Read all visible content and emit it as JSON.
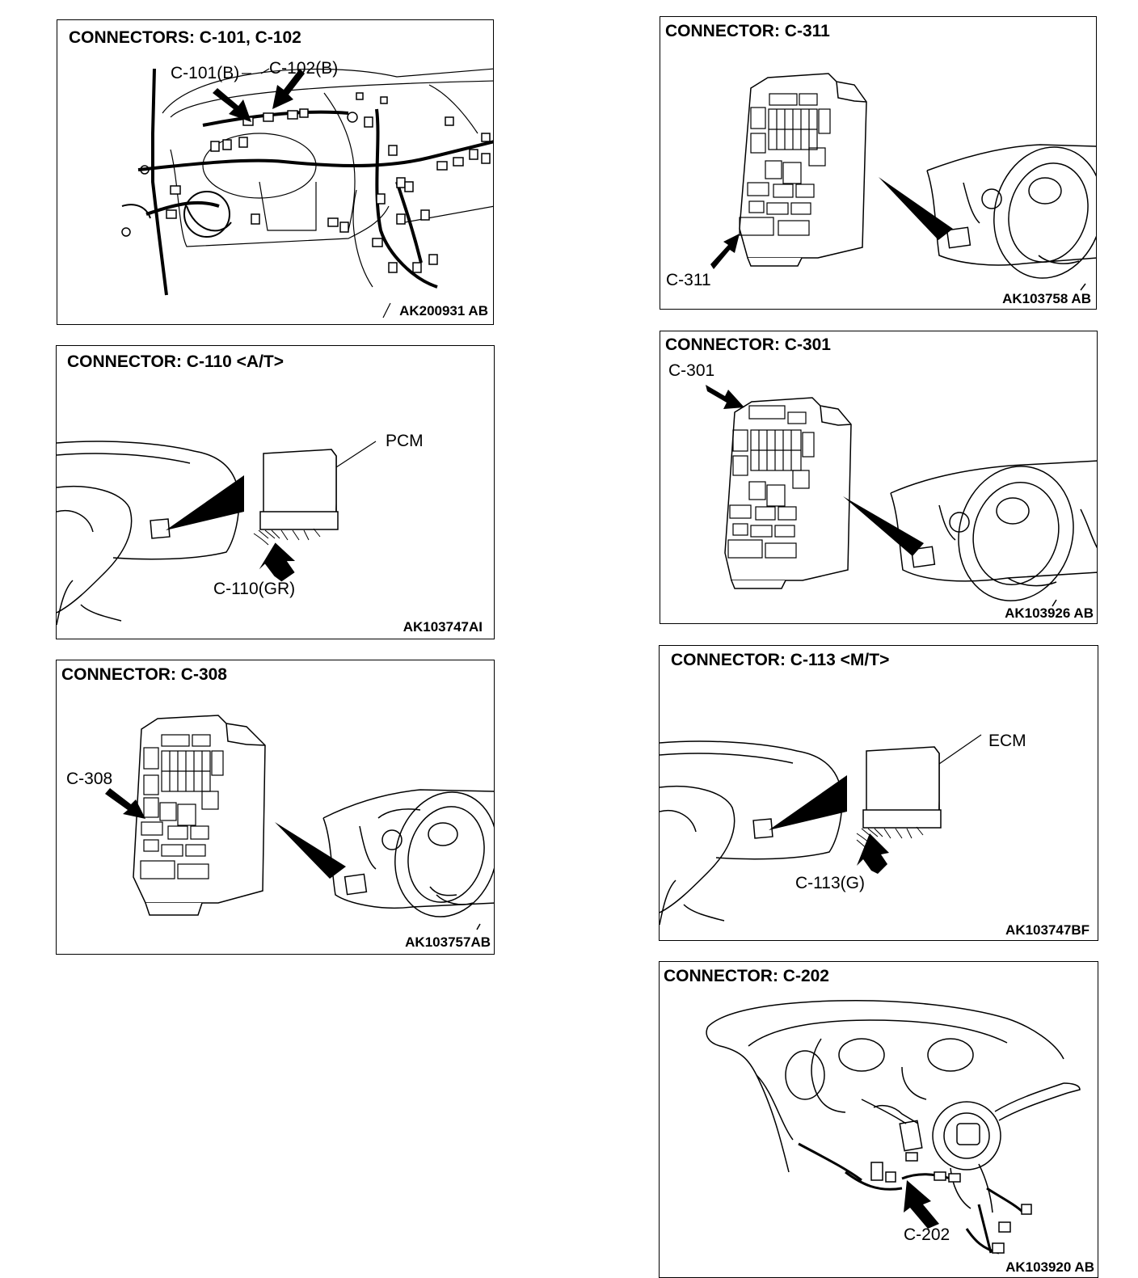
{
  "panels": {
    "p1": {
      "title": "CONNECTORS: C-101, C-102",
      "code": "AK200931 AB",
      "callouts": {
        "a": "C-101(B)",
        "b": "C-102(B)"
      }
    },
    "p2": {
      "title": "CONNECTOR: C-110 <A/T>",
      "code": "AK103747AI",
      "callouts": {
        "a": "PCM",
        "b": "C-110(GR)"
      }
    },
    "p3": {
      "title": "CONNECTOR: C-308",
      "code": "AK103757AB",
      "callouts": {
        "a": "C-308"
      }
    },
    "p4": {
      "title": "CONNECTOR: C-311",
      "code": "AK103758 AB",
      "callouts": {
        "a": "C-311"
      }
    },
    "p5": {
      "title": "CONNECTOR: C-301",
      "code": "AK103926 AB",
      "callouts": {
        "a": "C-301"
      }
    },
    "p6": {
      "title": "CONNECTOR: C-113 <M/T>",
      "code": "AK103747BF",
      "callouts": {
        "a": "ECM",
        "b": "C-113(G)"
      }
    },
    "p7": {
      "title": "CONNECTOR: C-202",
      "code": "AK103920 AB",
      "callouts": {
        "a": "C-202"
      }
    }
  }
}
